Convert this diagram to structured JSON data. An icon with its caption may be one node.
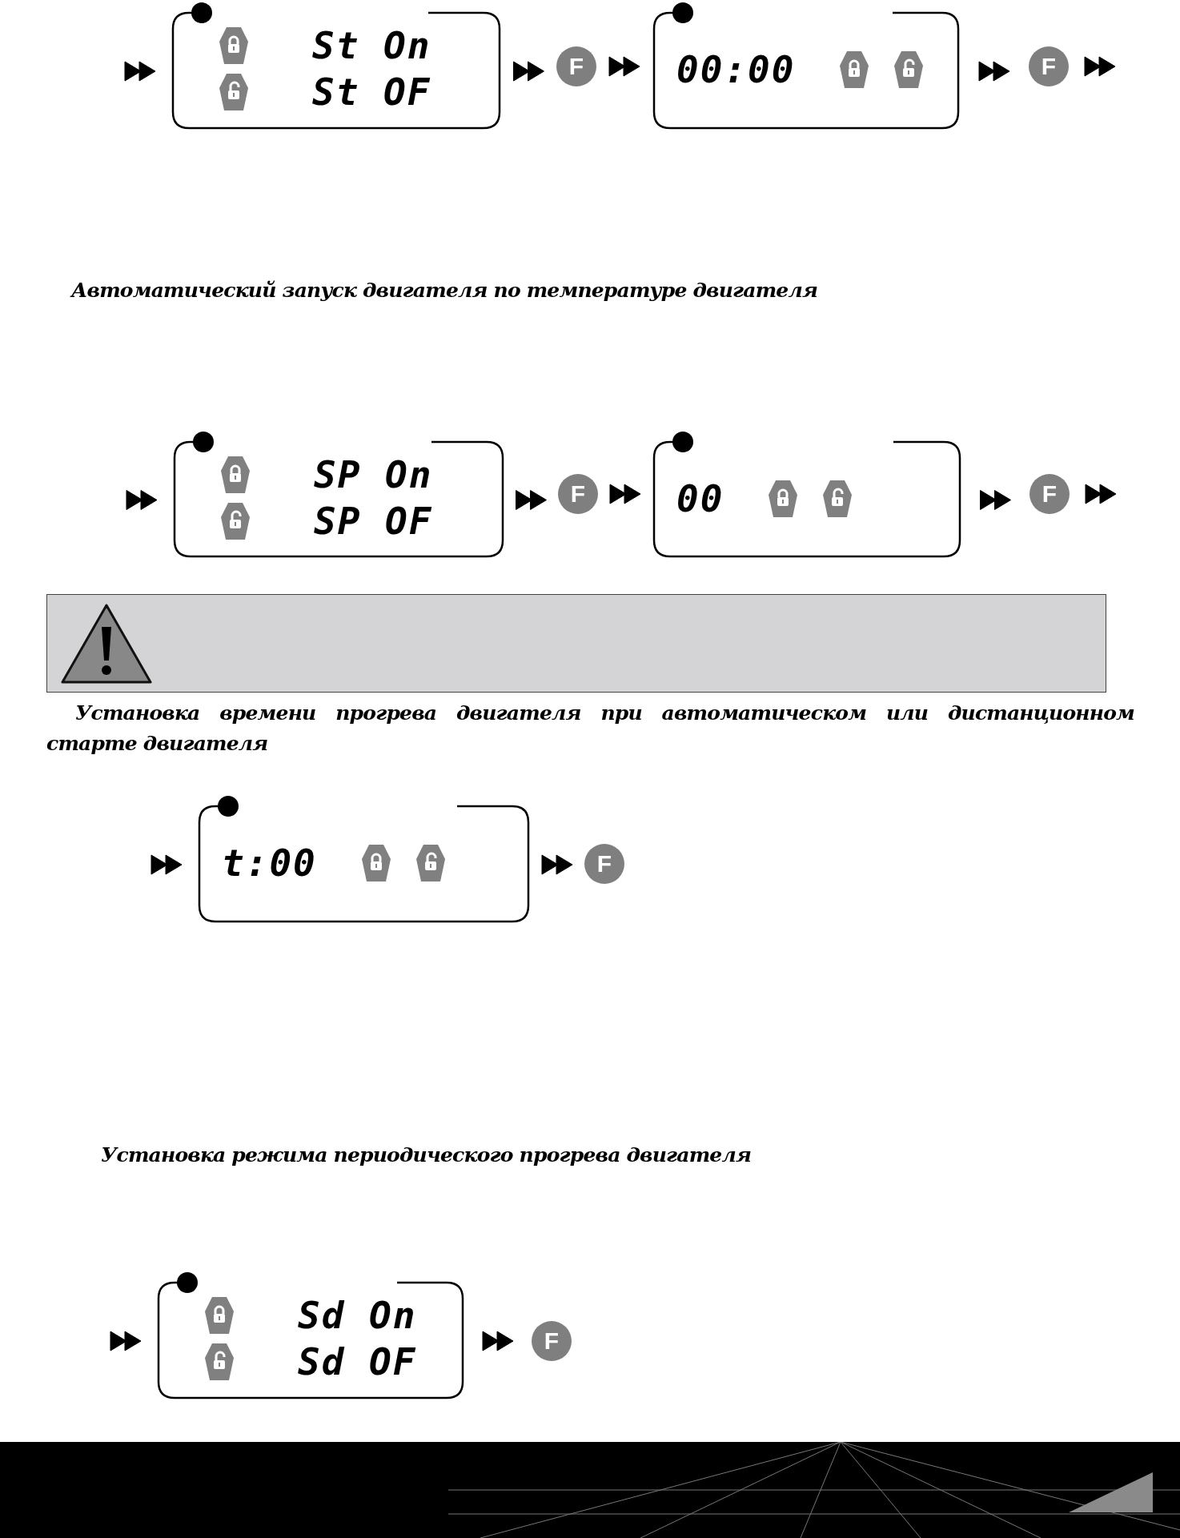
{
  "diagram": {
    "nodes": [
      {
        "text": [
          "St On",
          "St OF"
        ]
      },
      {
        "text": [
          "F"
        ]
      },
      {
        "text": [
          "00:00"
        ]
      },
      {
        "text": [
          "F"
        ]
      },
      {
        "text": [
          "SP On",
          "SP OF"
        ]
      },
      {
        "text": [
          "F"
        ]
      },
      {
        "text": [
          "00"
        ]
      },
      {
        "text": [
          "F"
        ]
      },
      {
        "text": [
          "t:00"
        ]
      },
      {
        "text": [
          "F"
        ]
      },
      {
        "text": [
          "Sd On",
          "Sd OF"
        ]
      },
      {
        "text": [
          "F"
        ]
      }
    ],
    "edges": [
      {
        "from": null,
        "to": 0,
        "arrow": "to"
      },
      {
        "from": 0,
        "to": 1,
        "arrow": "to"
      },
      {
        "from": 1,
        "to": 2,
        "arrow": "to"
      },
      {
        "from": 2,
        "to": 3,
        "arrow": "to"
      },
      {
        "from": 3,
        "to": null,
        "arrow": "to"
      },
      {
        "from": null,
        "to": 4,
        "arrow": "to"
      },
      {
        "from": 4,
        "to": 5,
        "arrow": "to"
      },
      {
        "from": 5,
        "to": 6,
        "arrow": "to"
      },
      {
        "from": 6,
        "to": 7,
        "arrow": "to"
      },
      {
        "from": 7,
        "to": null,
        "arrow": "to"
      },
      {
        "from": null,
        "to": 8,
        "arrow": "to"
      },
      {
        "from": 8,
        "to": 9,
        "arrow": "to"
      },
      {
        "from": null,
        "to": 10,
        "arrow": "to"
      },
      {
        "from": 10,
        "to": 11,
        "arrow": "to"
      }
    ],
    "labels": [
      "Автоматический запуск двигателя по температуре двигателя",
      "Установка времени прогрева двигателя при автоматическом или дистанционном старте двигателя",
      "Установка режима периодического прогрева двигателя"
    ]
  }
}
